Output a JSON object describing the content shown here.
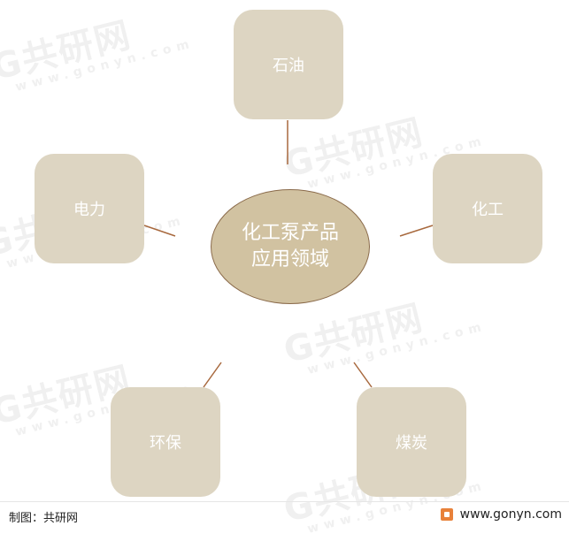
{
  "diagram": {
    "center": "化工泵产品应用领域",
    "nodes": [
      "石油",
      "化工",
      "煤炭",
      "环保",
      "电力"
    ]
  },
  "watermark": {
    "brand": "共研网",
    "url": "www.gonyn.com"
  },
  "footer": {
    "credit": "制图：共研网",
    "site": "www.gonyn.com"
  }
}
